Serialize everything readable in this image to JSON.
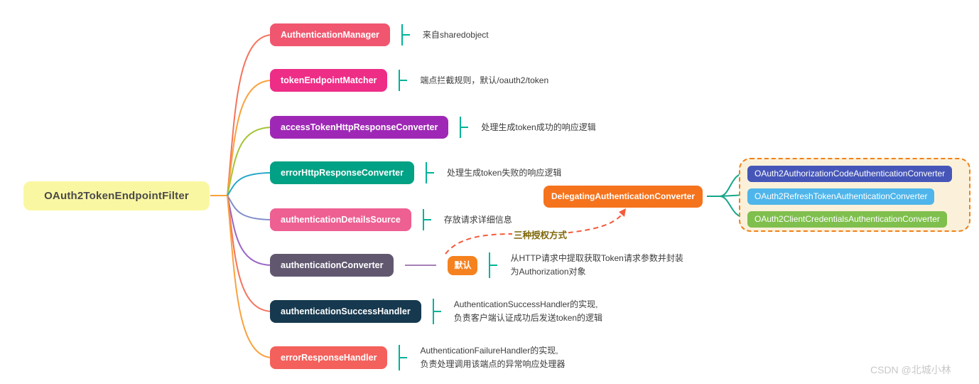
{
  "root": {
    "label": "OAuth2TokenEndpointFilter",
    "bg": "#FAF7A2"
  },
  "branches": [
    {
      "label": "AuthenticationManager",
      "color": "#F0566F",
      "note": "来自sharedobject"
    },
    {
      "label": "tokenEndpointMatcher",
      "color": "#EE2D87",
      "note": "端点拦截规则，默认/oauth2/token"
    },
    {
      "label": "accessTokenHttpResponseConverter",
      "color": "#9E28B5",
      "note": "处理生成token成功的响应逻辑"
    },
    {
      "label": "errorHttpResponseConverter",
      "color": "#00A184",
      "note": "处理生成token失败的响应逻辑"
    },
    {
      "label": "authenticationDetailsSource",
      "color": "#EE5F92",
      "note": "存放请求详细信息"
    },
    {
      "label": "authenticationConverter",
      "color": "#615870",
      "badge": "默认",
      "note": "从HTTP请求中提取获取Token请求参数并封装\n为Authorization对象"
    },
    {
      "label": "authenticationSuccessHandler",
      "color": "#16394F",
      "note": "AuthenticationSuccessHandler的实现,\n负责客户端认证成功后发送token的逻辑"
    },
    {
      "label": "errorResponseHandler",
      "color": "#F4605B",
      "note": "AuthenticationFailureHandler的实现,\n负责处理调用该端点的异常响应处理器"
    }
  ],
  "delegating": {
    "label": "DelegatingAuthenticationConverter",
    "color": "#F5731D"
  },
  "arrow": {
    "label": "三种授权方式"
  },
  "converter_group": {
    "converters": [
      {
        "label": "OAuth2AuthorizationCodeAuthenticationConverter",
        "color": "#4656B8"
      },
      {
        "label": "OAuth2RefreshTokenAuthenticationConverter",
        "color": "#4FB5EA"
      },
      {
        "label": "OAuth2ClientCredentialsAuthenticationConverter",
        "color": "#7FBF4D"
      }
    ]
  },
  "watermark": "CSDN @北城小林",
  "colors": {
    "bracket": "#00B298",
    "arrow_dash": "#F45B3B",
    "badge_bg": "#F5821F",
    "group_border": "#F08119",
    "group_bg": "#FBF1DA",
    "branch_lines": [
      "#F4735C",
      "#F9A23C",
      "#A4C433",
      "#28A7C9",
      "#7E8CCB",
      "#9B64C4",
      "#F4735C",
      "#F9A23C"
    ],
    "delegating_fan": "#17A589"
  }
}
